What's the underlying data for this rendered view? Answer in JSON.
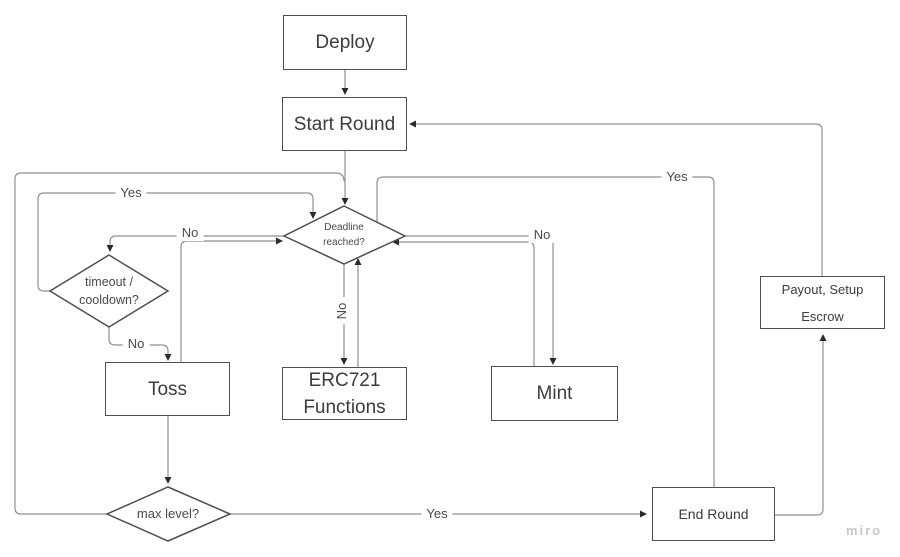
{
  "nodes": {
    "deploy": {
      "label": "Deploy"
    },
    "start_round": {
      "label": "Start Round"
    },
    "deadline": {
      "label": "Deadline\nreached?"
    },
    "timeout": {
      "label": "timeout /\ncooldown?"
    },
    "toss": {
      "label": "Toss"
    },
    "erc721": {
      "label": "ERC721\nFunctions"
    },
    "mint": {
      "label": "Mint"
    },
    "max_level": {
      "label": "max level?"
    },
    "end_round": {
      "label": "End Round"
    },
    "payout": {
      "label": "Payout, Setup Escrow"
    }
  },
  "edge_labels": {
    "timeout_yes": "Yes",
    "deadline_no_left": "No",
    "timeout_no": "No",
    "deadline_no_down": "No",
    "deadline_no_right": "No",
    "deadline_yes": "Yes",
    "max_level_yes": "Yes"
  },
  "colors": {
    "connector": "#8f8f8f",
    "arrowhead": "#2b2b2b",
    "shape_border": "#4f4f4f",
    "shape_fill": "#ffffff",
    "node_text": "#3c3c3c",
    "watermark": "#c8c8c8"
  },
  "watermark": {
    "label": "miro"
  }
}
